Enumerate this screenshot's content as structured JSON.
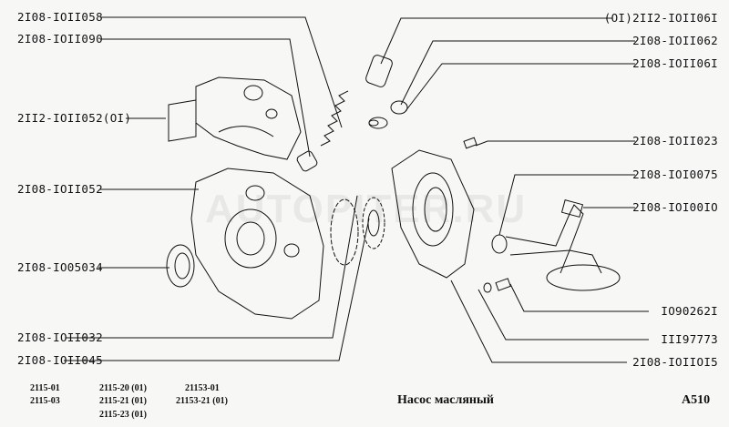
{
  "watermark": "AUTOPITER.RU",
  "labels_left": [
    {
      "id": "p058",
      "text": "2I08-IOII058"
    },
    {
      "id": "p090",
      "text": "2I08-IOII090"
    },
    {
      "id": "p052_01",
      "text": "2II2-IOII052(OI)"
    },
    {
      "id": "p052",
      "text": "2I08-IOII052"
    },
    {
      "id": "p034",
      "text": "2I08-IO05034"
    },
    {
      "id": "p032",
      "text": "2I08-IOII032"
    },
    {
      "id": "p045",
      "text": "2I08-IOII045"
    }
  ],
  "labels_right": [
    {
      "id": "p061_01",
      "text": "(OI)2II2-IOII06I"
    },
    {
      "id": "p062",
      "text": "2I08-IOII062"
    },
    {
      "id": "p061",
      "text": "2I08-IOII06I"
    },
    {
      "id": "p023",
      "text": "2I08-IOII023"
    },
    {
      "id": "p075",
      "text": "2I08-IOI0075"
    },
    {
      "id": "p010",
      "text": "2I08-IOI00IO"
    },
    {
      "id": "p2621",
      "text": "IO90262I"
    },
    {
      "id": "p773",
      "text": "III97773"
    },
    {
      "id": "p015",
      "text": "2I08-IOIIOI5"
    }
  ],
  "models": [
    "2115-01",
    "2115-03",
    "2115-20 (01)",
    "2115-21 (01)",
    "2115-23 (01)",
    "21153-01",
    "21153-21 (01)"
  ],
  "title": "Насос масляный",
  "code": "A510"
}
